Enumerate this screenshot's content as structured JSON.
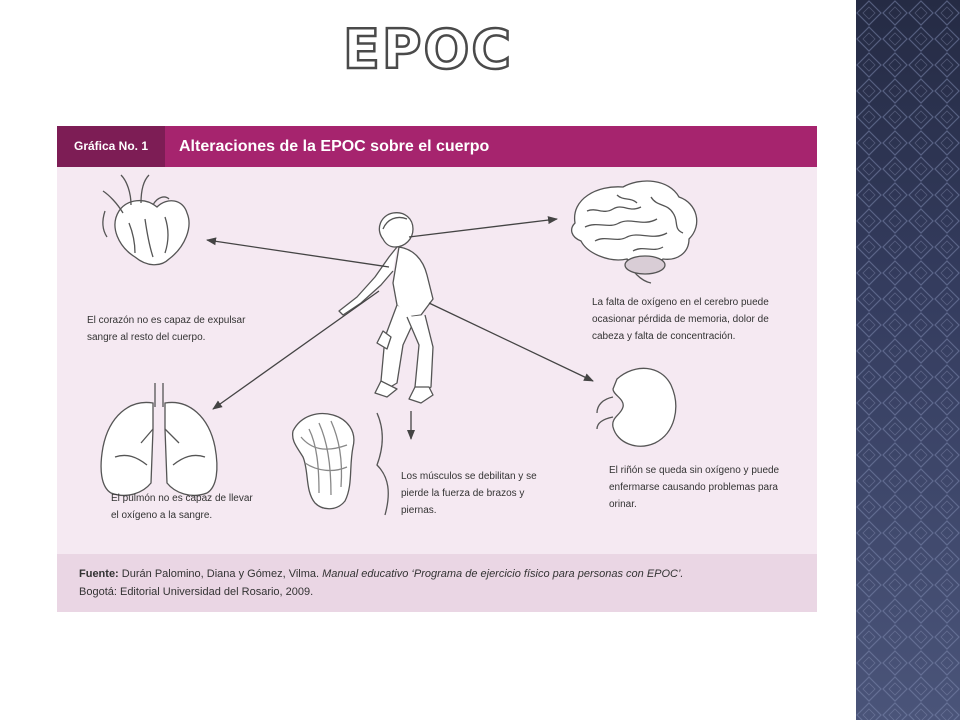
{
  "slide": {
    "title": "EPOC"
  },
  "figure": {
    "tag": "Gráfica No. 1",
    "title": "Alteraciones de la EPOC sobre el cuerpo",
    "captions": {
      "heart": "El corazón no es capaz de expulsar sangre al resto del cuerpo.",
      "brain": "La falta de oxígeno en el cerebro puede ocasionar pérdida de memoria, dolor de cabeza y falta de concentración.",
      "lungs": "El pulmón no es capaz de llevar el oxígeno a la sangre.",
      "muscles": "Los músculos se debilitan y se pierde la fuerza de brazos y piernas.",
      "kidney": "El riñón se queda sin oxígeno y puede enfermarse causando problemas para orinar."
    },
    "source": {
      "label": "Fuente:",
      "authors": "Durán Palomino, Diana y Gómez, Vilma.",
      "work": "Manual educativo ‘Programa de ejercicio físico para personas con EPOC’.",
      "publisher": "Bogotá: Editorial Universidad del Rosario, 2009."
    }
  },
  "colors": {
    "header": "#a6246e",
    "header_tag": "#7d1d55",
    "figure_bg": "#f5e9f2",
    "source_bg": "#ead6e4",
    "side_panel": "#343c5e"
  }
}
